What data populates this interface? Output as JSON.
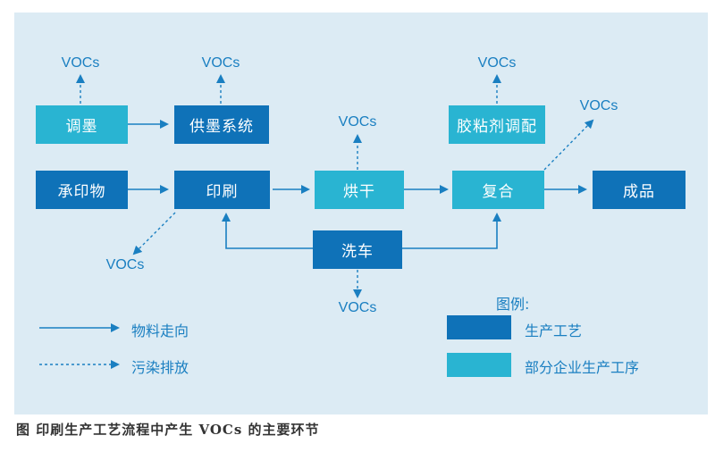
{
  "boxes": {
    "tiaomo": "调墨",
    "gongmo": "供墨系统",
    "jiaonian": "胶粘剂调配",
    "chengyinwu": "承印物",
    "yinshua": "印刷",
    "honggan": "烘干",
    "fuhe": "复合",
    "chengpin": "成品",
    "xiche": "洗车"
  },
  "emission_label": "VOCs",
  "legend": {
    "material_flow": "物料走向",
    "pollution": "污染排放",
    "title": "图例:",
    "main_process": "生产工艺",
    "partial_process": "部分企业生产工序"
  },
  "caption": "图  印刷生产工艺流程中产生 VOCs 的主要环节",
  "colors": {
    "panel_bg": "#dcebf4",
    "main_process": "#0f72b8",
    "partial_process": "#29b4d2",
    "arrow": "#1a7fc1"
  }
}
